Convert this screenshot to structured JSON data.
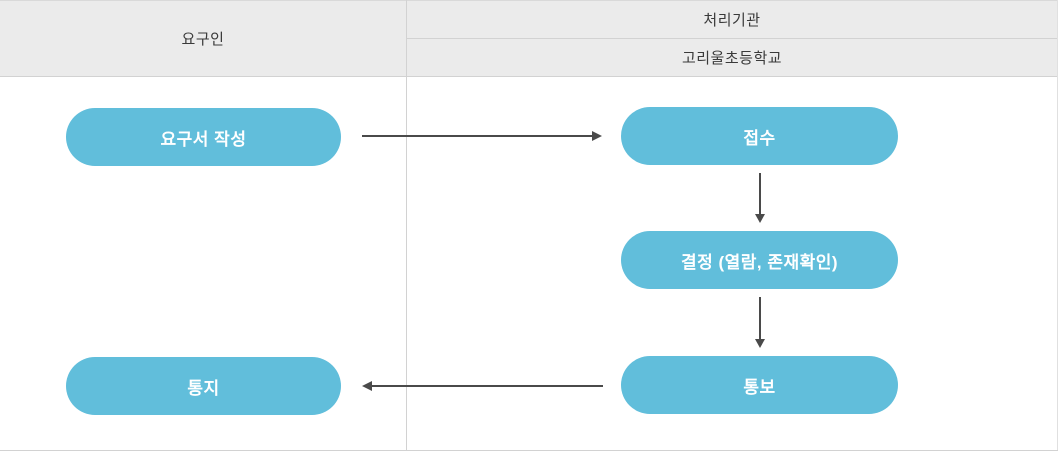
{
  "diagram": {
    "header": {
      "requester_label": "요구인",
      "agency_label": "처리기관",
      "agency_name": "고리울초등학교"
    },
    "nodes": [
      {
        "id": "request-form",
        "column": "requester",
        "label": "요구서 작성"
      },
      {
        "id": "reception",
        "column": "agency",
        "label": "접수"
      },
      {
        "id": "decision",
        "column": "agency",
        "label": "결정 (열람, 존재확인)"
      },
      {
        "id": "notification",
        "column": "agency",
        "label": "통보"
      },
      {
        "id": "notice",
        "column": "requester",
        "label": "통지"
      }
    ],
    "flow": [
      "요구서 작성 → 접수",
      "접수 → 결정 (열람, 존재확인)",
      "결정 (열람, 존재확인) → 통보",
      "통보 → 통지"
    ],
    "colors": {
      "node_fill": "#61bedb",
      "node_text": "#ffffff",
      "header_bg": "#ebebeb",
      "header_text": "#3a3a3a",
      "grid_line": "#d2d2d2",
      "arrow": "#4a4a4a"
    }
  }
}
